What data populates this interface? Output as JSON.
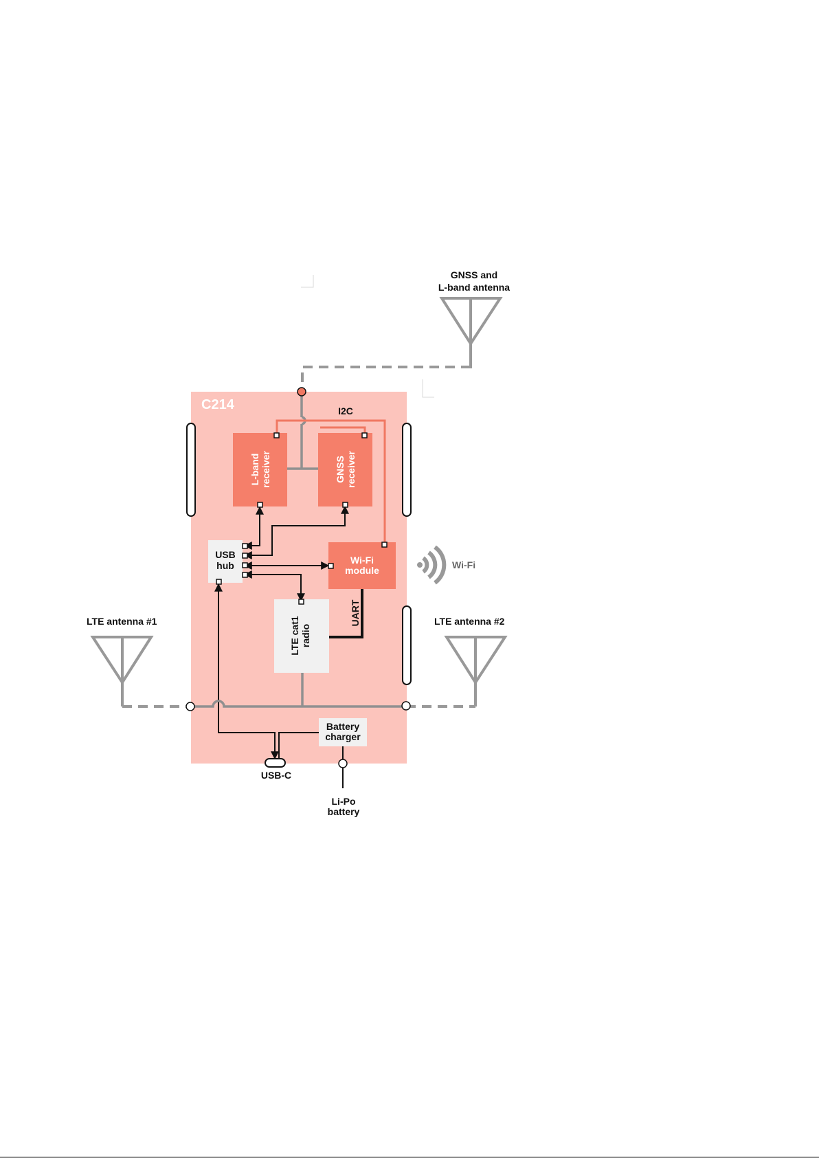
{
  "colors": {
    "board": "#fcc4bc",
    "accent_block": "#f57f6a",
    "light_block": "#f1f1f1",
    "i2c_line": "#f07862",
    "antenna": "#999999",
    "signal": "#111111"
  },
  "board": {
    "title": "C214"
  },
  "blocks": {
    "lband": {
      "line1": "L-band",
      "line2": "receiver"
    },
    "gnss": {
      "line1": "GNSS",
      "line2": "receiver"
    },
    "usb_hub": {
      "line1": "USB",
      "line2": "hub"
    },
    "wifi_module": {
      "line1": "Wi-Fi",
      "line2": "module"
    },
    "lte_radio": {
      "line1": "LTE cat1",
      "line2": "radio"
    },
    "battery_charger": {
      "line1": "Battery",
      "line2": "charger"
    }
  },
  "buses": {
    "i2c": "I2C",
    "uart": "UART"
  },
  "antennas": {
    "gnss": {
      "line1": "GNSS and",
      "line2": "L-band antenna"
    },
    "lte1": "LTE antenna #1",
    "lte2": "LTE antenna #2"
  },
  "wifi": {
    "label": "Wi-Fi",
    "icon": "wifi-signal-icon"
  },
  "connectors": {
    "usb_c": "USB-C"
  },
  "battery": {
    "line1": "Li-Po",
    "line2": "battery"
  }
}
